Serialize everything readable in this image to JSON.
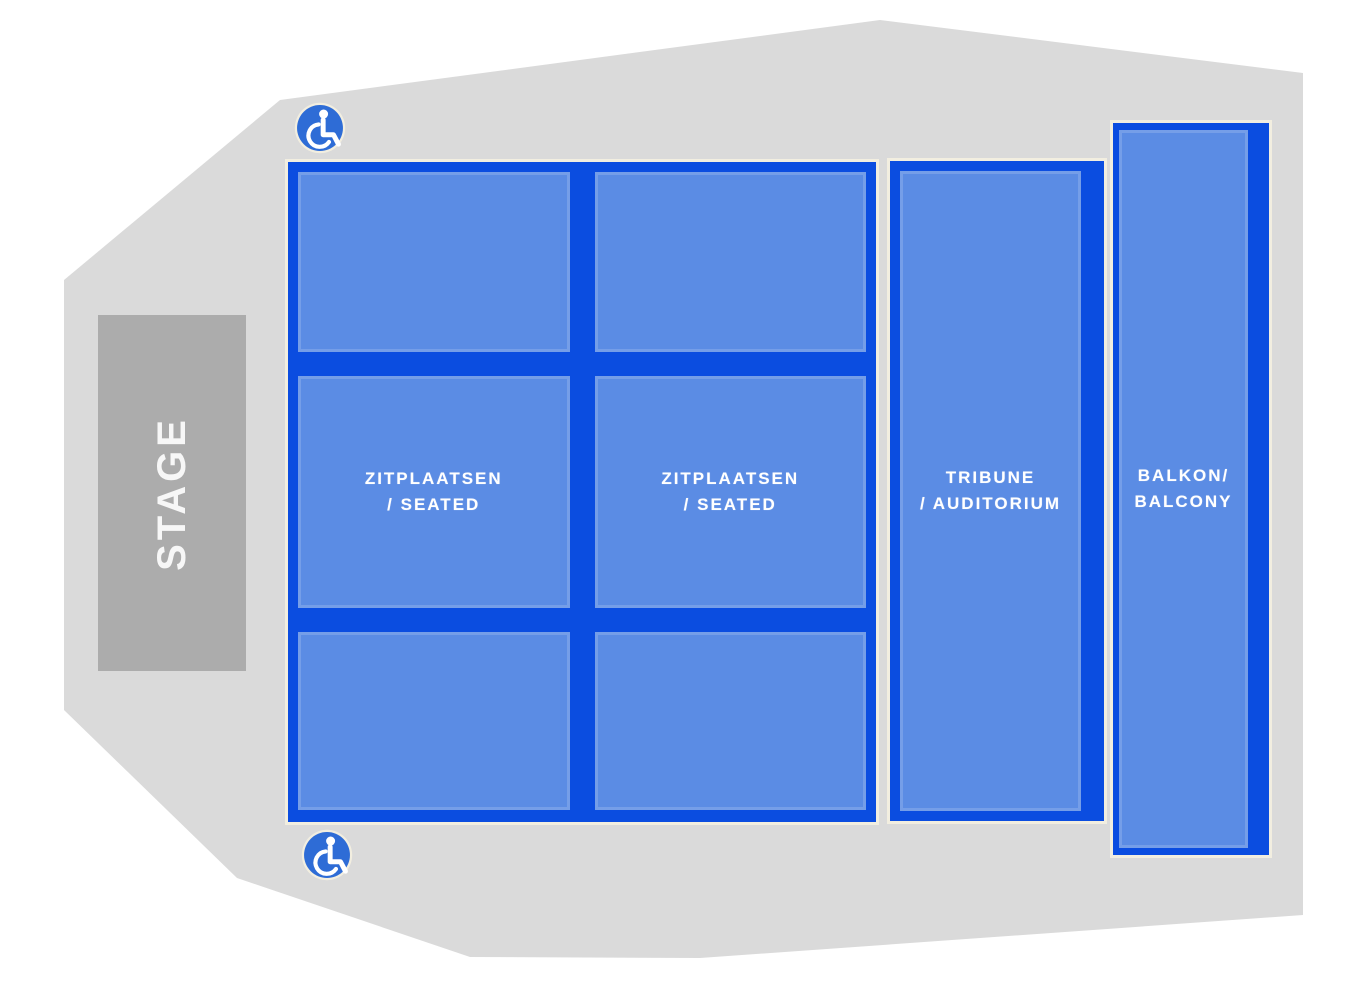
{
  "map": {
    "stage": {
      "label": "STAGE"
    },
    "sections": {
      "seated_left": {
        "line1": "ZITPLAATSEN",
        "line2": "/ SEATED"
      },
      "seated_right": {
        "line1": "ZITPLAATSEN",
        "line2": "/ SEATED"
      },
      "tribune": {
        "line1": "TRIBUNE",
        "line2": "/ AUDITORIUM"
      },
      "balcony": {
        "line1": "BALKON/",
        "line2": "BALCONY"
      }
    },
    "icons": {
      "wheelchair_top": "wheelchair-accessible",
      "wheelchair_bottom": "wheelchair-accessible"
    },
    "colors": {
      "floor_gray": "#dadada",
      "stage_gray": "#acacac",
      "section_dark_blue": "#0b4de0",
      "section_light_blue": "#5b8ce4",
      "outline_cream": "#f2eee0",
      "icon_blue": "#2e6cd6",
      "label_white": "#ffffff"
    }
  }
}
